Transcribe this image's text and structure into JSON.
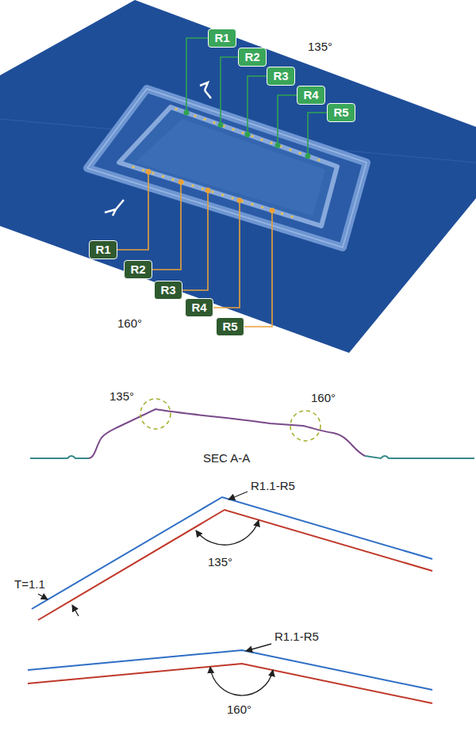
{
  "diagram": {
    "nodes": [
      {
        "text": [
          "R1"
        ]
      },
      {
        "text": [
          "R2"
        ]
      },
      {
        "text": [
          "R3"
        ]
      },
      {
        "text": [
          "R4"
        ]
      },
      {
        "text": [
          "R5"
        ]
      },
      {
        "text": [
          "R1"
        ]
      },
      {
        "text": [
          "R2"
        ]
      },
      {
        "text": [
          "R3"
        ]
      },
      {
        "text": [
          "R4"
        ]
      },
      {
        "text": [
          "R5"
        ]
      }
    ],
    "labels": [
      "135°",
      "160°",
      "135°",
      "160°",
      "SEC A-A",
      "R1.1-R5",
      "T=1.1",
      "135°",
      "R1.1-R5",
      "160°"
    ]
  }
}
